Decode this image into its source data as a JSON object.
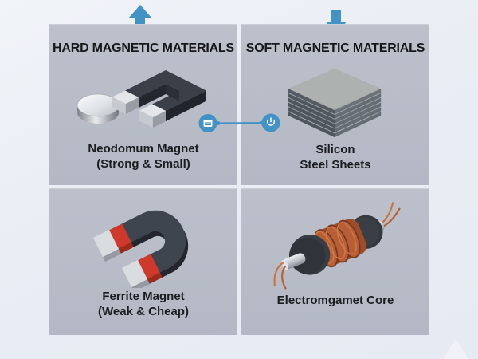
{
  "figure": {
    "type": "magnetic-materials-comparison-infographic",
    "quadrants": {
      "hard": {
        "title": "HARD MAGNETIC MATERIALS",
        "caption1": "Neodomum Magnet",
        "caption2": "(Strong & Small)",
        "illustration": "neodymium-disc-magnet-and-u-block-magnet"
      },
      "soft": {
        "title": "SOFT MAGNETIC MATERIALS",
        "caption1": "Silicon",
        "caption2": "Steel Sheets",
        "illustration": "stack-of-silicon-steel-sheets"
      },
      "ferrite": {
        "caption1": "Ferrite Magnet",
        "caption2": "(Weak & Cheap)",
        "illustration": "horseshoe-ferrite-magnet-with-red-bands"
      },
      "electromagnet": {
        "caption1": "Electromgamet Core",
        "illustration": "copper-coil-electromagnet-with-wires"
      }
    },
    "icons": {
      "up_arrow": "up-arrow above hard materials panel",
      "down_arrow": "down-arrow above soft materials panel",
      "left_connector": "card-magnet-icon in blue circle",
      "right_connector": "power-u-icon in blue circle"
    },
    "colors": {
      "background": "#e9edf4",
      "panel": "#b8bdc8",
      "accent_blue": "#4292c5",
      "text": "#17181a",
      "magnet_red": "#ce392b",
      "copper": "#b85e36",
      "dark_metal": "#3a3f48",
      "silver": "#dadde0"
    }
  }
}
